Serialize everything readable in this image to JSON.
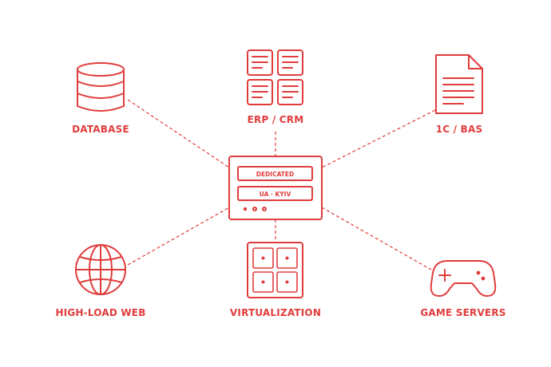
{
  "accent_color": "#e13c3c",
  "hub": {
    "line1": "DEDICATED",
    "line2": "UA · KYIV",
    "icon": "server-icon"
  },
  "nodes": {
    "database": {
      "label": "DATABASE",
      "icon": "database-icon"
    },
    "erp_crm": {
      "label": "ERP / CRM",
      "icon": "documents-grid-icon"
    },
    "onec_bas": {
      "label": "1C / BAS",
      "icon": "document-icon"
    },
    "high_load_web": {
      "label": "HIGH-LOAD WEB",
      "icon": "globe-icon"
    },
    "virtualization": {
      "label": "VIRTUALIZATION",
      "icon": "vm-grid-icon"
    },
    "game_servers": {
      "label": "GAME SERVERS",
      "icon": "gamepad-icon"
    }
  }
}
